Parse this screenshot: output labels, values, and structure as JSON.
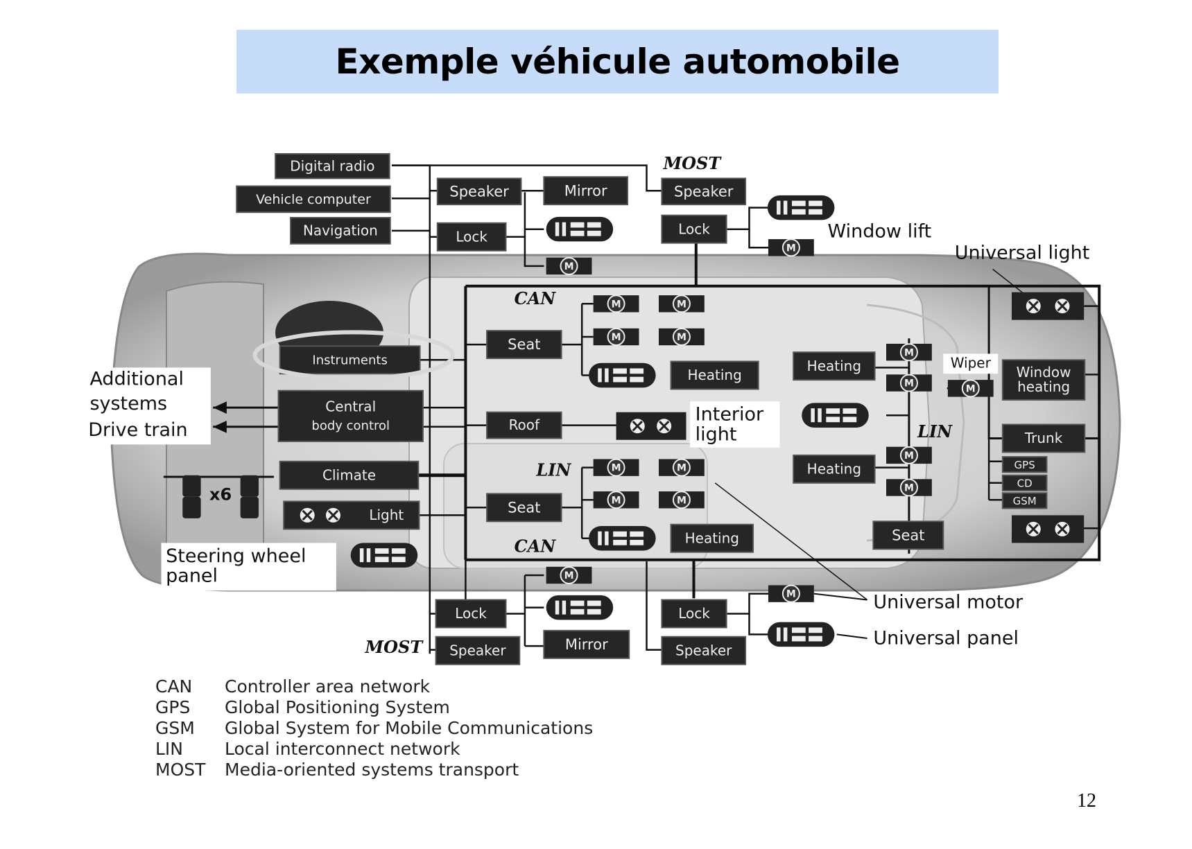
{
  "slide": {
    "title": "Exemple véhicule automobile",
    "page_number": "12"
  },
  "diagram": {
    "bus_labels": {
      "most_top": "MOST",
      "can_top": "CAN",
      "lin_left": "LIN",
      "can_bottom": "CAN",
      "lin_right": "LIN",
      "most_bottom": "MOST"
    },
    "modules": {
      "digital_radio": "Digital radio",
      "vehicle_computer": "Vehicle computer",
      "navigation": "Navigation",
      "speaker_top_left": "Speaker",
      "mirror_top": "Mirror",
      "speaker_top_right": "Speaker",
      "lock_top_left": "Lock",
      "lock_top_right": "Lock",
      "instruments": "Instruments",
      "central_body_control_1": "Central",
      "central_body_control_2": "body control",
      "climate": "Climate",
      "light": "Light",
      "seat_front": "Seat",
      "roof": "Roof",
      "seat_rear": "Seat",
      "heating_front_seat": "Heating",
      "heating_rear_seat": "Heating",
      "heating_right_top": "Heating",
      "heating_right_bottom": "Heating",
      "window_heating_1": "Window",
      "window_heating_2": "heating",
      "trunk": "Trunk",
      "gps": "GPS",
      "cd": "CD",
      "gsm": "GSM",
      "seat_right": "Seat",
      "lock_bottom_left": "Lock",
      "mirror_bottom": "Mirror",
      "speaker_bottom_left": "Speaker",
      "lock_bottom_right": "Lock",
      "speaker_bottom_right": "Speaker"
    },
    "labels": {
      "window_lift": "Window lift",
      "universal_light": "Universal light",
      "wiper": "Wiper",
      "interior_light_1": "Interior",
      "interior_light_2": "light",
      "additional_systems_1": "Additional",
      "additional_systems_2": "systems",
      "drive_train": "Drive train",
      "steering_wheel_panel_1": "Steering wheel",
      "steering_wheel_panel_2": "panel",
      "universal_motor": "Universal motor",
      "universal_panel": "Universal panel",
      "x6": "x6",
      "motor_symbol": "M"
    }
  },
  "legend": [
    {
      "abbr": "CAN",
      "text": "Controller area network"
    },
    {
      "abbr": "GPS",
      "text": "Global Positioning System"
    },
    {
      "abbr": "GSM",
      "text": "Global System for Mobile Communications"
    },
    {
      "abbr": "LIN",
      "text": "Local interconnect network"
    },
    {
      "abbr": "MOST",
      "text": "Media-oriented systems transport"
    }
  ]
}
